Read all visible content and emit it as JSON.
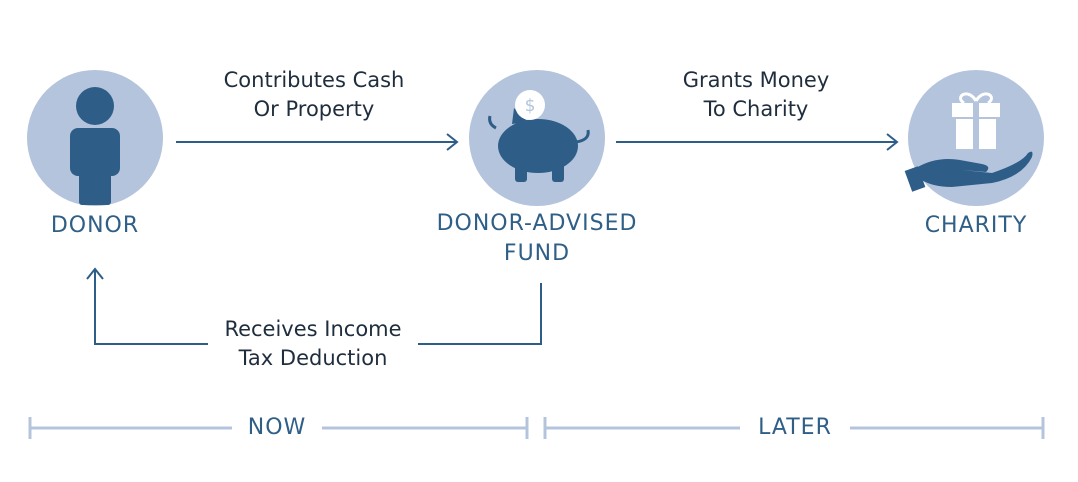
{
  "colors": {
    "circle": "#b3c4dc",
    "icon": "#2e5e88",
    "arrow": "#2e5e88",
    "timeline": "#b3c4dc",
    "label": "#2f5f87",
    "text": "#1f2d3d"
  },
  "nodes": {
    "donor": {
      "label": "DONOR",
      "icon": "person-icon"
    },
    "fund": {
      "label_line1": "DONOR-ADVISED",
      "label_line2": "FUND",
      "icon": "piggy-bank-icon",
      "coin_symbol": "$"
    },
    "charity": {
      "label": "CHARITY",
      "icon": "gift-in-hand-icon"
    }
  },
  "edges": {
    "contributes": "Contributes Cash\nOr Property",
    "grants": "Grants Money\nTo Charity",
    "deduction": "Receives Income\nTax Deduction"
  },
  "timeline": {
    "now": "NOW",
    "later": "LATER"
  }
}
